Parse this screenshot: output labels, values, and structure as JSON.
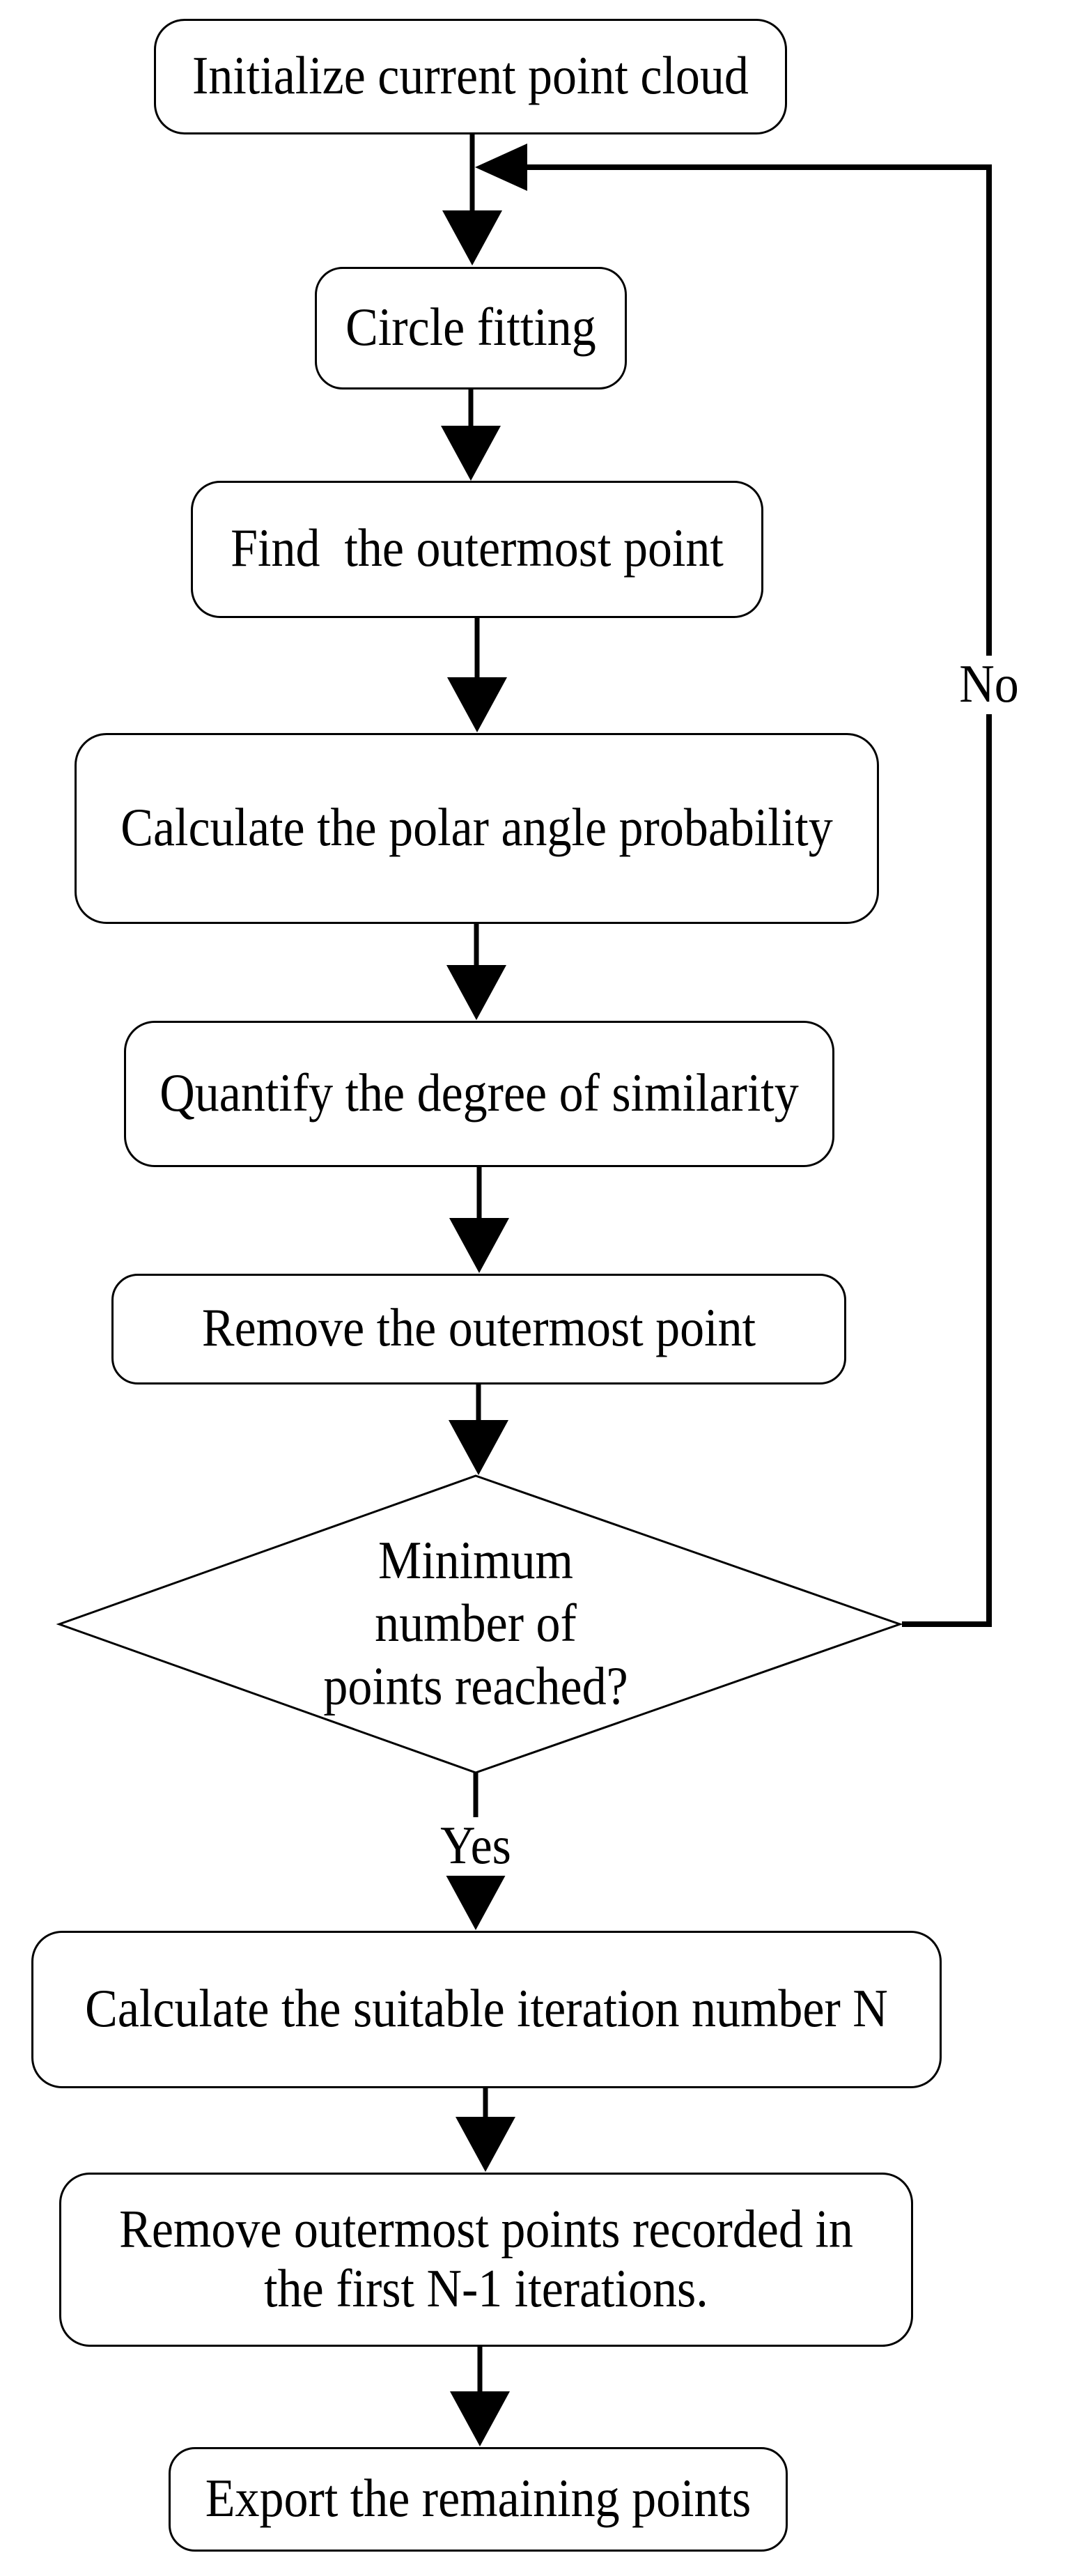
{
  "flowchart": {
    "nodes": {
      "init": {
        "label": "Initialize current point cloud"
      },
      "circle": {
        "label": "Circle fitting"
      },
      "find": {
        "label": "Find  the outermost point"
      },
      "polar": {
        "label": "Calculate the polar angle probability"
      },
      "quantify": {
        "label": "Quantify the degree of similarity"
      },
      "remove1": {
        "label": "Remove the outermost point"
      },
      "decision": {
        "label": "Minimum\nnumber of\npoints reached?"
      },
      "iter": {
        "label": "Calculate the suitable iteration number N"
      },
      "removeN1": {
        "label": "Remove outermost points recorded in\nthe first N-1 iterations."
      },
      "export": {
        "label": "Export the remaining points"
      }
    },
    "edge_labels": {
      "yes": "Yes",
      "no": "No"
    },
    "colors": {
      "stroke": "#000000",
      "background": "#ffffff"
    }
  }
}
